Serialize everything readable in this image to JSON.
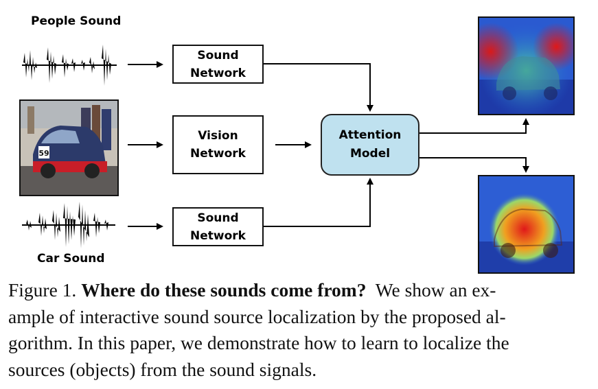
{
  "figure": {
    "label_people": "People Sound",
    "label_car": "Car Sound",
    "sound_network_top": [
      "Sound",
      "Network"
    ],
    "vision_network": [
      "Vision",
      "Network"
    ],
    "sound_network_bottom": [
      "Sound",
      "Network"
    ],
    "attention_model": [
      "Attention",
      "Model"
    ],
    "car_number": "59"
  },
  "caption": {
    "prefix": "Figure 1.",
    "bold": "Where do these sounds come from?",
    "rest": "We show an ex-",
    "line2": "ample of interactive sound source localization by the proposed al-",
    "line3": "gorithm. In this paper, we demonstrate how to learn to localize the",
    "line4": "sources (objects) from the sound signals."
  }
}
